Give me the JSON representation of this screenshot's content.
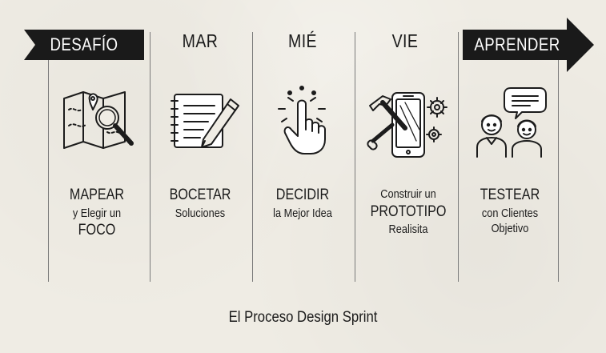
{
  "columns": [
    {
      "header": "DESAFÍO",
      "header_style": "banner",
      "icon": "map-magnifier-icon",
      "caption": [
        {
          "text": "MAPEAR",
          "size": "big"
        },
        {
          "text": "y Elegir un",
          "size": "small"
        },
        {
          "text": "FOCO",
          "size": "big"
        }
      ]
    },
    {
      "header": "MAR",
      "header_style": "plain",
      "icon": "notebook-pencil-icon",
      "caption": [
        {
          "text": "BOCETAR",
          "size": "big"
        },
        {
          "text": "Soluciones",
          "size": "small"
        }
      ]
    },
    {
      "header": "MIÉ",
      "header_style": "plain",
      "icon": "tap-hand-icon",
      "caption": [
        {
          "text": "DECIDIR",
          "size": "big"
        },
        {
          "text": "la Mejor Idea",
          "size": "small"
        }
      ]
    },
    {
      "header": "VIE",
      "header_style": "plain",
      "icon": "phone-tools-icon",
      "caption": [
        {
          "text": "Construir un",
          "size": "small"
        },
        {
          "text": "PROTOTIPO",
          "size": "big"
        },
        {
          "text": "Realisita",
          "size": "small"
        }
      ]
    },
    {
      "header": "APRENDER",
      "header_style": "banner-arrow",
      "icon": "users-chat-icon",
      "caption": [
        {
          "text": "TESTEAR",
          "size": "big"
        },
        {
          "text": "con Clientes",
          "size": "small"
        },
        {
          "text": "Objetivo",
          "size": "small"
        }
      ]
    }
  ],
  "footer": "El Proceso Design Sprint",
  "colors": {
    "background": "#efece4",
    "ink": "#1c1c1c",
    "banner": "#1a1a1a"
  }
}
